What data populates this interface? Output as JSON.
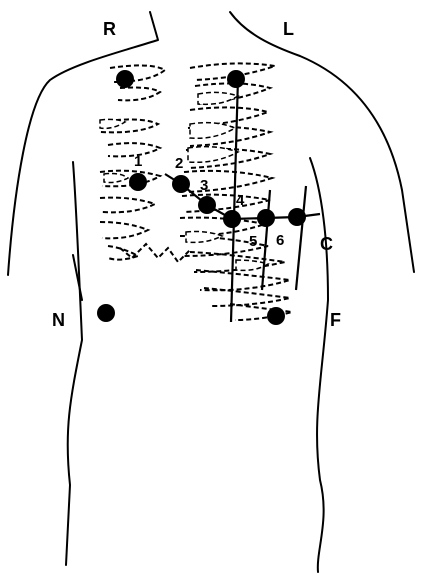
{
  "labels": {
    "right_arm": "R",
    "left_arm": "L",
    "right_leg": "N",
    "left_leg": "F",
    "chest_lead": "C",
    "v1": "1",
    "v2": "2",
    "v3": "3",
    "v4": "4",
    "v5": "5",
    "v6": "6"
  }
}
